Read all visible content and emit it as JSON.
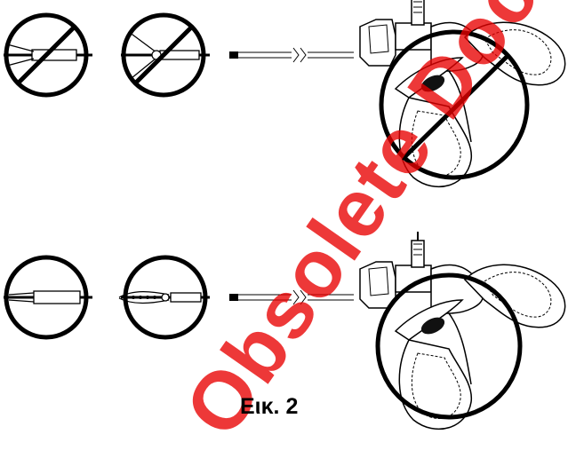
{
  "figure": {
    "caption": "Εικ. 2",
    "watermark_text": "Obsolete Document",
    "watermark_color": "#e60000",
    "top_row": {
      "description_state": "prohibited",
      "icons": [
        "jaw-closed-prohibited-icon",
        "jaw-open-prohibited-icon",
        "prohibited-sign-icon"
      ]
    },
    "bottom_row": {
      "description_state": "correct",
      "icons": [
        "jaw-closed-correct-icon",
        "jaw-open-correct-icon",
        "magnifier-circle-icon"
      ]
    }
  }
}
